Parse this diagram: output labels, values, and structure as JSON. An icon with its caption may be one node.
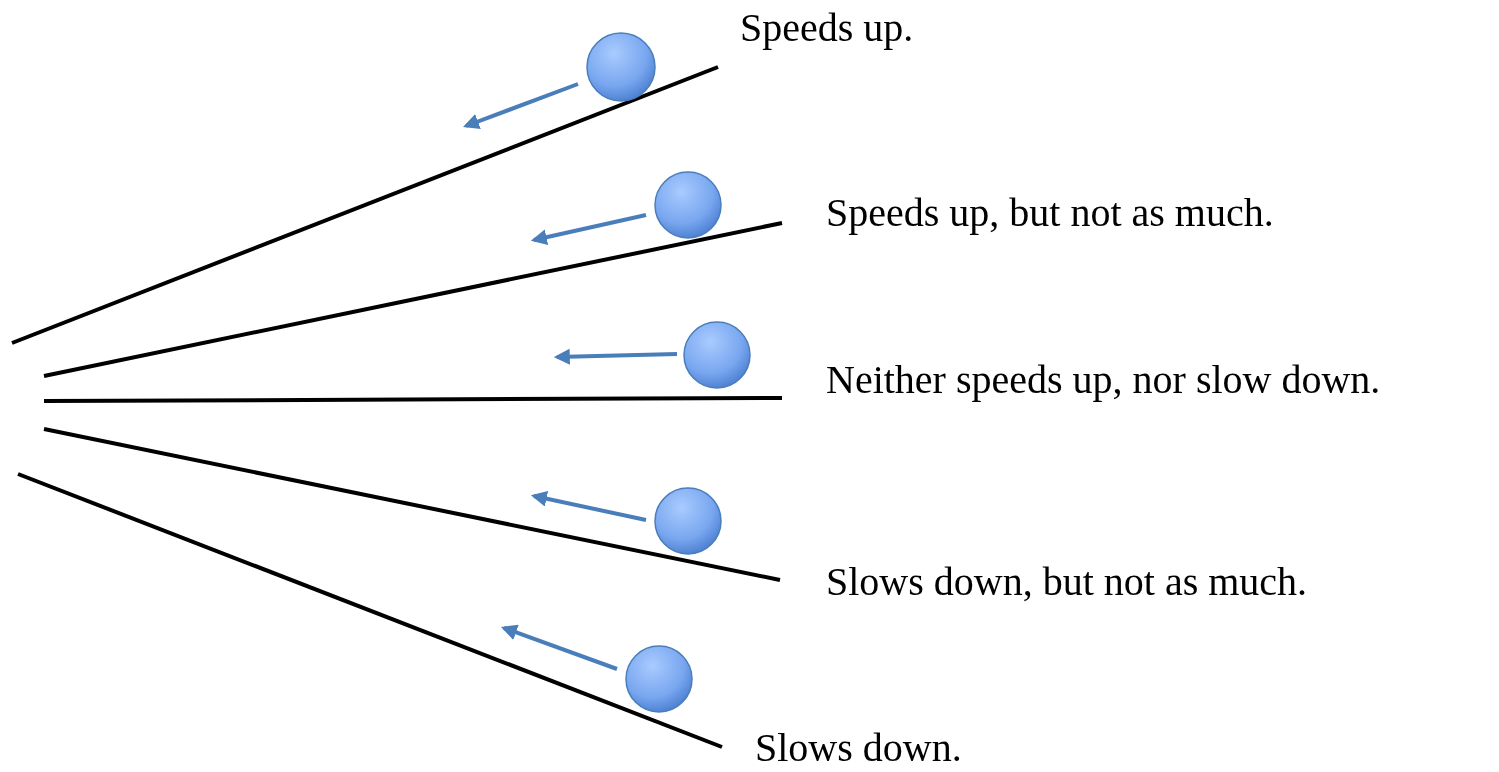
{
  "diagram": {
    "labels": [
      "Speeds up.",
      "Speeds up, but not as much.",
      "Neither speeds up, nor slow down.",
      "Slows down, but not as much.",
      "Slows down."
    ]
  }
}
